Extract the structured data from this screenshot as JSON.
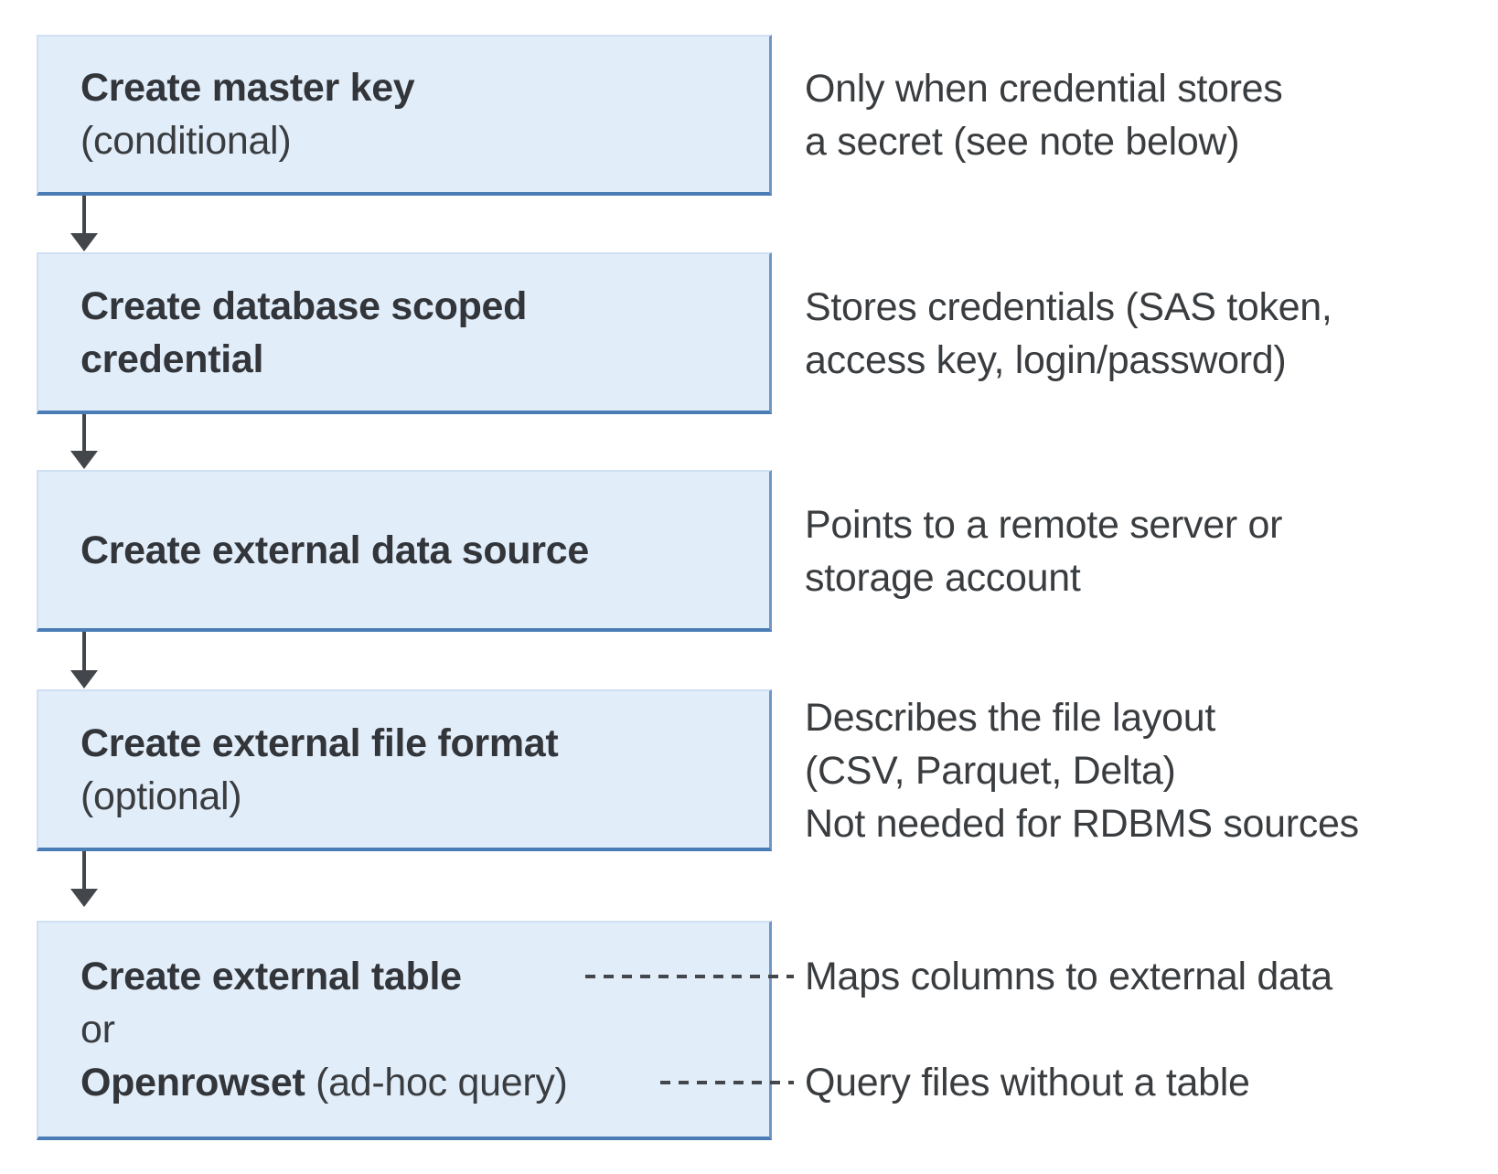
{
  "palette": {
    "box_fill": "#e2edfa",
    "box_border_light": "#cfe0f4",
    "box_border_right": "#7297c4",
    "box_border_bottom": "#4a7db6",
    "arrow_and_dash": "#43474c",
    "text": "#3a3d40"
  },
  "boxes": [
    {
      "title": "Create master key",
      "qualifier": "(conditional)"
    },
    {
      "title_line1": "Create database scoped",
      "title_line2": "credential"
    },
    {
      "title": "Create external data source"
    },
    {
      "title": "Create external file format",
      "qualifier": "(optional)"
    },
    {
      "option1": "Create external table",
      "conjunction": "or",
      "option2": "Openrowset",
      "option2_qualifier": " (ad-hoc query)"
    }
  ],
  "annotations": [
    {
      "line1": "Only when credential stores",
      "line2": "a secret (see note below)"
    },
    {
      "line1": "Stores credentials (SAS token,",
      "line2": "access key, login/password)"
    },
    {
      "line1": "Points to a remote server or",
      "line2": "storage account"
    },
    {
      "line1": "Describes the file layout",
      "line2": "(CSV, Parquet, Delta)",
      "line3": "Not needed for RDBMS sources"
    }
  ],
  "callouts": [
    {
      "text": "Maps columns to external data"
    },
    {
      "text": "Query files without a table"
    }
  ]
}
